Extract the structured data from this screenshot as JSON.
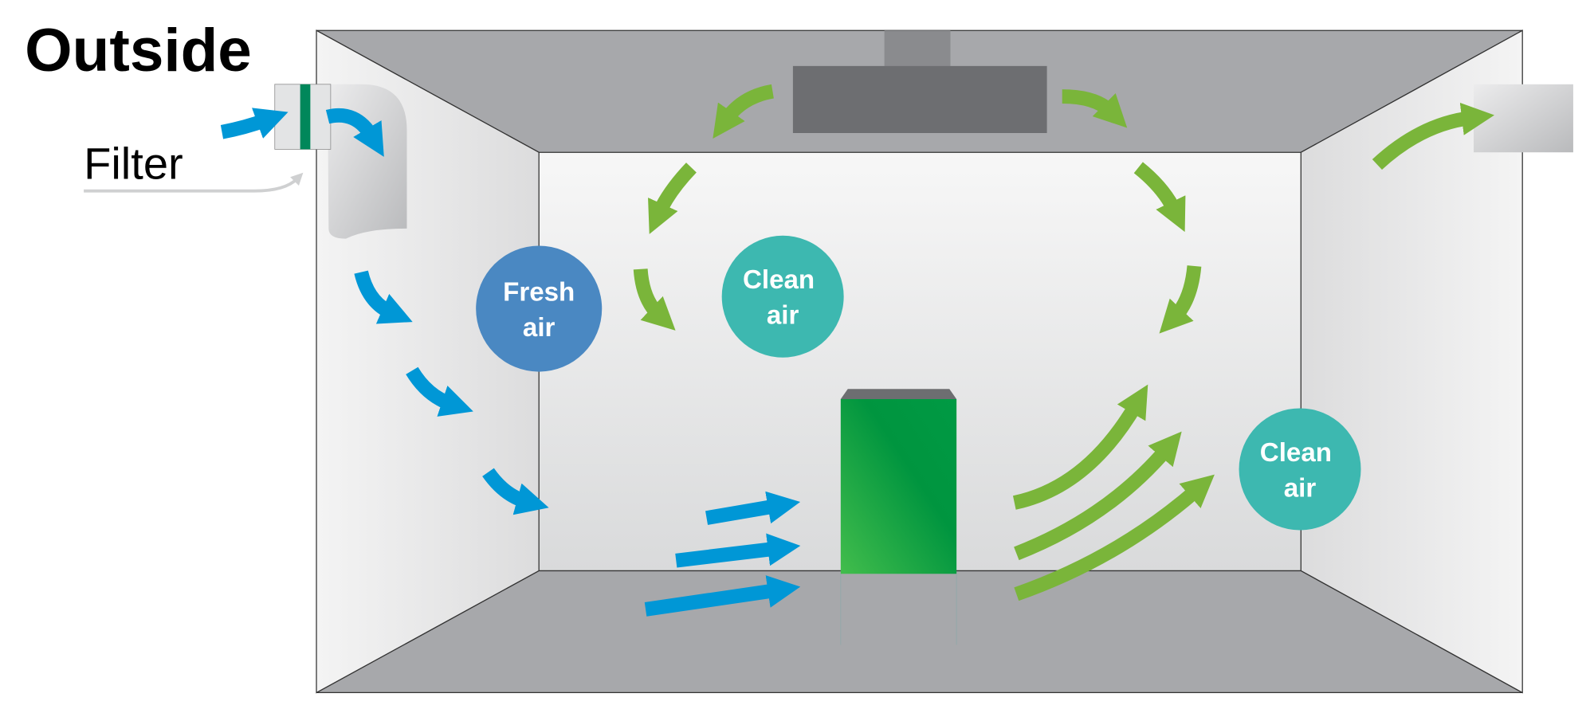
{
  "title": "Outside",
  "filter_label": "Filter",
  "bubbles": {
    "fresh_air": [
      "Fresh",
      "air"
    ],
    "clean_air_1": [
      "Clean",
      "air"
    ],
    "clean_air_2": [
      "Clean",
      "air"
    ]
  },
  "colors": {
    "fresh_air_arrow": "#0097d6",
    "clean_air_arrow": "#7ab53a",
    "fresh_air_bubble": "#4a88c2",
    "clean_air_bubble": "#3db8b0",
    "filter": "#00875a",
    "purifier": "#009a44"
  }
}
